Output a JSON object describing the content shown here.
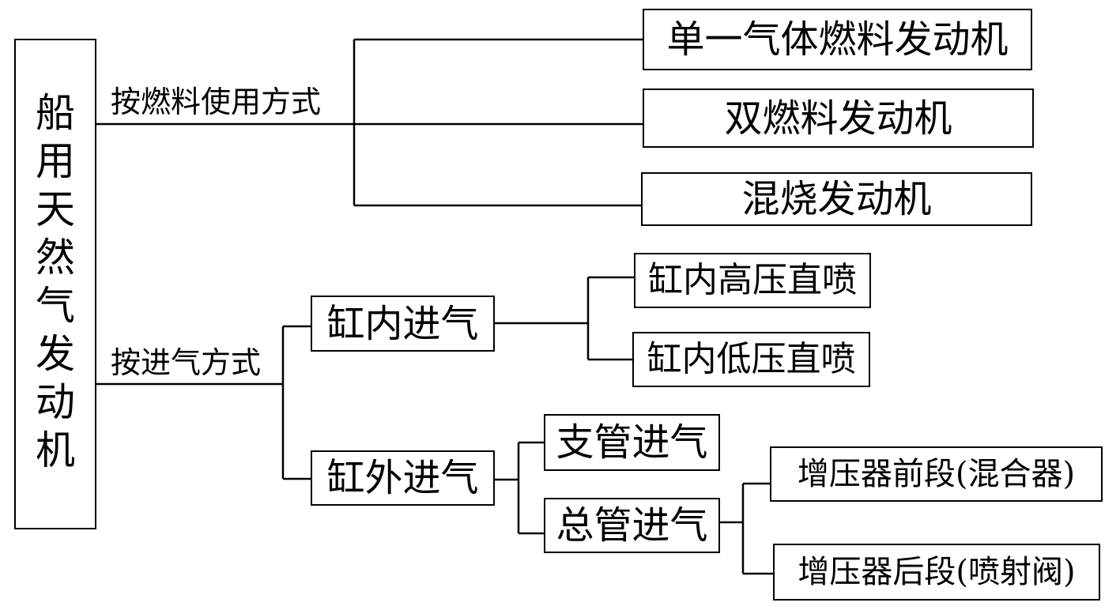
{
  "root": {
    "label": "船用天然气发动机",
    "chars": [
      "船",
      "用",
      "天",
      "然",
      "气",
      "发",
      "动",
      "机"
    ]
  },
  "branches": [
    {
      "label": "按燃料使用方式",
      "children": [
        "单一气体燃料发动机",
        "双燃料发动机",
        "混烧发动机"
      ]
    },
    {
      "label": "按进气方式",
      "children": [
        {
          "label": "缸内进气",
          "children": [
            "缸内高压直喷",
            "缸内低压直喷"
          ]
        },
        {
          "label": "缸外进气",
          "children": [
            {
              "label": "支管进气"
            },
            {
              "label": "总管进气",
              "children": [
                "增压器前段(混合器)",
                "增压器后段(喷射阀)"
              ]
            }
          ]
        }
      ]
    }
  ]
}
